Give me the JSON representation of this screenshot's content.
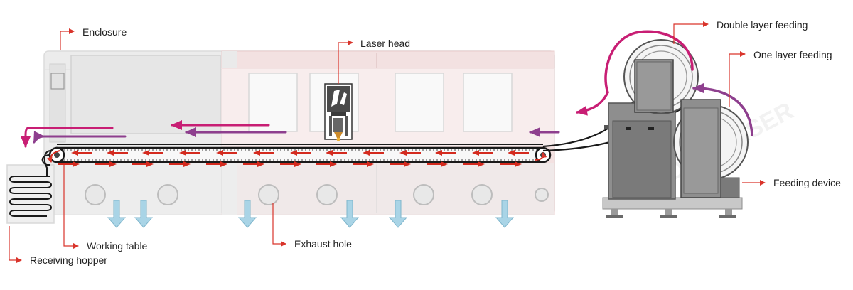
{
  "labels": {
    "enclosure": "Enclosure",
    "laser_head": "Laser head",
    "double_layer_feeding": "Double layer feeding",
    "one_layer_feeding": "One layer feeding",
    "feeding_device": "Feeding device",
    "working_table": "Working table",
    "receiving_hopper": "Receiving hopper",
    "exhaust_hole": "Exhaust hole"
  },
  "watermark": "GOLDEN LASER",
  "colors": {
    "leader_line": "#d9342b",
    "magenta_arrow": "#c81e74",
    "purple_arrow": "#8e3f8e",
    "conveyor_arrow": "#d42a1e",
    "exhaust_arrow": "#a9d4e6",
    "machine_gray": "#8c8c8c",
    "enclosure_gray": "#e8e8e8",
    "enclosure_pink": "#f2dede"
  },
  "icons": [
    "laser-head-icon",
    "exhaust-arrow-icon",
    "conveyor-arrow-icon",
    "feed-roll-icon"
  ]
}
